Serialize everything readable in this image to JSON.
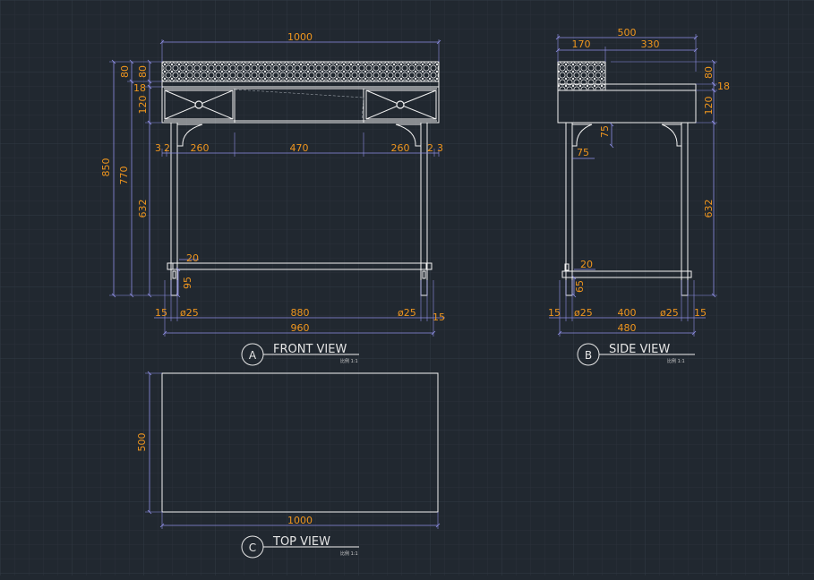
{
  "theme": {
    "background": "#212830",
    "grid_minor": "#2a313a",
    "grid_major": "#313a45",
    "outline": "#f2f2f2",
    "dimension_line": "#8f8fe6",
    "dimension_text": "#f0961e",
    "title_text": "#e6e6e6"
  },
  "views": {
    "front": {
      "bubble": "A",
      "title": "FRONT VIEW",
      "scale": "比例 1:1"
    },
    "side": {
      "bubble": "B",
      "title": "SIDE VIEW",
      "scale": "比例 1:1"
    },
    "top": {
      "bubble": "C",
      "title": "TOP VIEW",
      "scale": "比例 1:1"
    }
  },
  "dims": {
    "front": {
      "overall_width": "1000",
      "height_850": "850",
      "height_770": "770",
      "height_632": "632",
      "top_80a": "80",
      "top_80b": "80",
      "board_18": "18",
      "drawer_120": "120",
      "gap_3": "3",
      "gap_2": "2",
      "drawer_260_left": "260",
      "drawer_470": "470",
      "drawer_260_right": "260",
      "gap_2_right": "2",
      "gap_3_right": "3",
      "stretcher_20": "20",
      "stretcher_95": "95",
      "bottom_15_left": "15",
      "leg_d25_left": "ø25",
      "between_880": "880",
      "leg_d25_right": "ø25",
      "bottom_15_right": "15",
      "base_960": "960"
    },
    "side": {
      "overall_500": "500",
      "top_170": "170",
      "top_330": "330",
      "top_80": "80",
      "board_18": "18",
      "drawer_120": "120",
      "height_632": "632",
      "brace_75_v": "75",
      "brace_75_h": "75",
      "stretcher_20": "20",
      "stretcher_65": "65",
      "bottom_15_left": "15",
      "leg_d25_left": "ø25",
      "between_400": "400",
      "leg_d25_right": "ø25",
      "bottom_15_right": "15",
      "base_480": "480"
    },
    "top": {
      "depth_500": "500",
      "width_1000": "1000"
    }
  }
}
